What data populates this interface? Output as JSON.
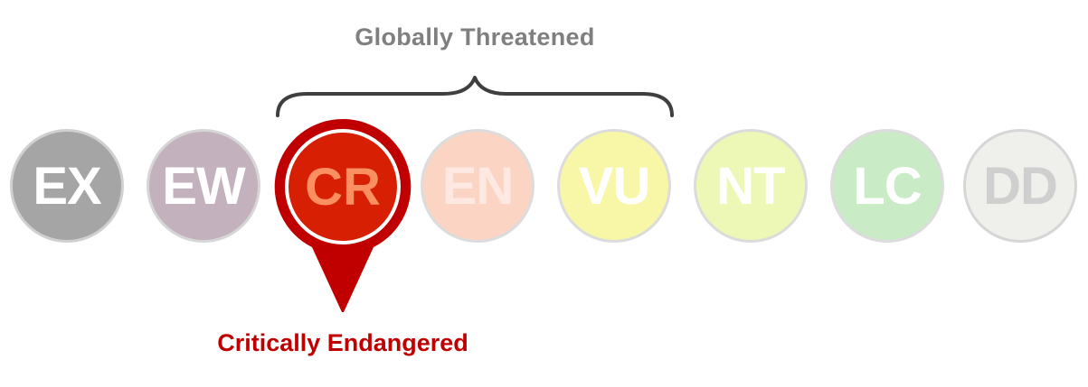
{
  "group": {
    "title": "Globally Threatened",
    "brace_color": "#3f3f3f",
    "title_color": "#7f7f7f"
  },
  "categories": [
    {
      "code": "EX",
      "fill": "#a5a5a5",
      "text": "#ffffff",
      "border": "#d0d0d0"
    },
    {
      "code": "EW",
      "fill": "#c3b1bd",
      "text": "#ffffff",
      "border": "#d6d6d6"
    },
    {
      "code": "CR",
      "fill": "#d71f03",
      "text": "#fb8f62",
      "border": "#c00000",
      "selected": true
    },
    {
      "code": "EN",
      "fill": "#fcd4c4",
      "text": "#fde9e1",
      "border": "#dcdcdc"
    },
    {
      "code": "VU",
      "fill": "#f8f7a8",
      "text": "#ffffff",
      "border": "#dcdcdc"
    },
    {
      "code": "NT",
      "fill": "#edf7b6",
      "text": "#ffffff",
      "border": "#dcdcdc"
    },
    {
      "code": "LC",
      "fill": "#c9ebc6",
      "text": "#ffffff",
      "border": "#dcdcdc"
    },
    {
      "code": "DD",
      "fill": "#efefeb",
      "text": "#cfcfcf",
      "border": "#d6d6d6"
    }
  ],
  "selected": {
    "code": "CR",
    "label": "Critically Endangered",
    "pin_color": "#c00000"
  }
}
